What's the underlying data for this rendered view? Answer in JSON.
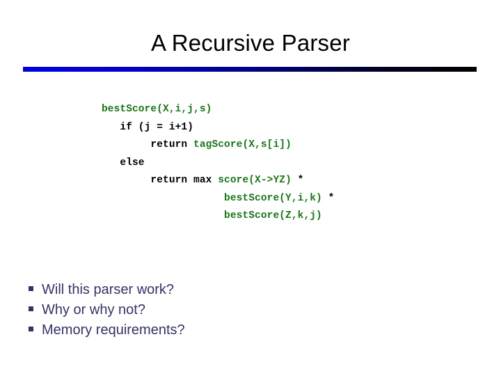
{
  "slide": {
    "title": "A Recursive Parser",
    "background_color": "#ffffff",
    "divider": {
      "name": "title-divider",
      "gradient_from": "#0000e0",
      "gradient_to": "#000000"
    },
    "code_block": {
      "keyword_color": "#000000",
      "identifier_color": "#197519",
      "lines": [
        {
          "indent": "",
          "segments": [
            {
              "text": "bestScore(X,i,j,s)",
              "color": "green"
            }
          ]
        },
        {
          "indent": "   ",
          "segments": [
            {
              "text": "if (j = i+1)",
              "color": "black"
            }
          ]
        },
        {
          "indent": "        ",
          "segments": [
            {
              "text": "return ",
              "color": "black"
            },
            {
              "text": "tagScore(X,s[i])",
              "color": "green"
            }
          ]
        },
        {
          "indent": "   ",
          "segments": [
            {
              "text": "else",
              "color": "black"
            }
          ]
        },
        {
          "indent": "        ",
          "segments": [
            {
              "text": "return max ",
              "color": "black"
            },
            {
              "text": "score(X->YZ)",
              "color": "green"
            },
            {
              "text": " *",
              "color": "black"
            }
          ]
        },
        {
          "indent": "                    ",
          "segments": [
            {
              "text": "bestScore(Y,i,k)",
              "color": "green"
            },
            {
              "text": " *",
              "color": "black"
            }
          ]
        },
        {
          "indent": "                    ",
          "segments": [
            {
              "text": "bestScore(Z,k,j)",
              "color": "green"
            }
          ]
        }
      ]
    },
    "bullets": {
      "marker_glyph": "square-bullet",
      "text_color": "#333366",
      "items": [
        {
          "label": "Will this parser work?"
        },
        {
          "label": "Why or why not?"
        },
        {
          "label": "Memory requirements?"
        }
      ]
    }
  }
}
